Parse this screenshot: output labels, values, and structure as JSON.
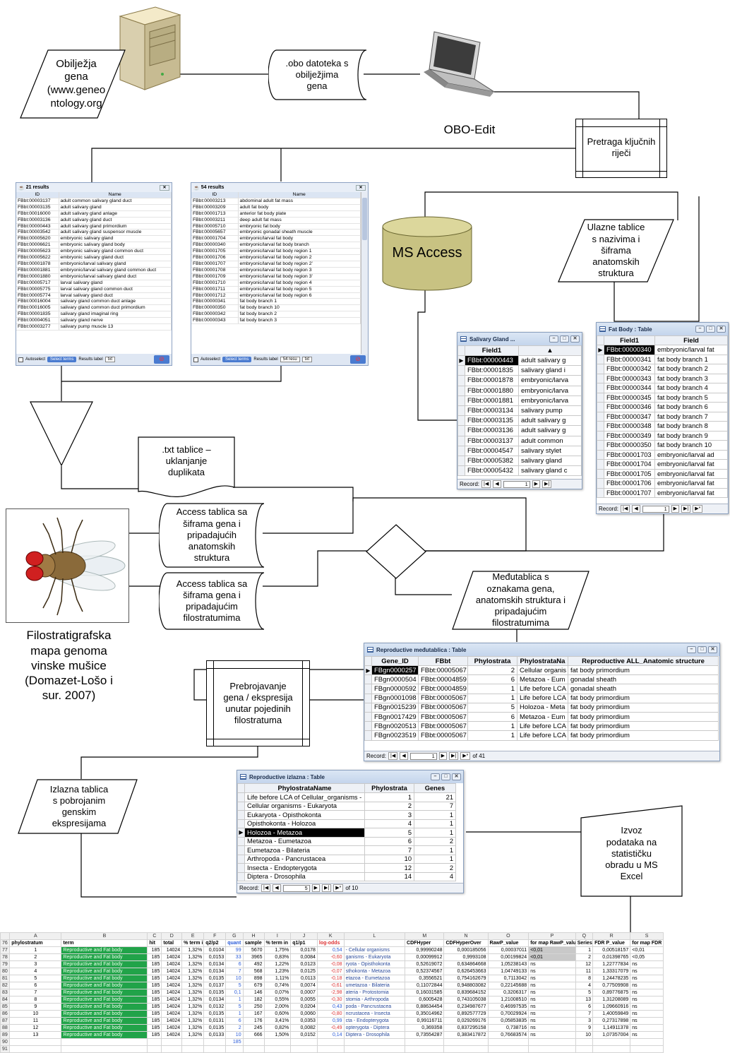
{
  "flow": {
    "obiljezja_gena": "Obilježja\ngena\n(www.geneo\nntology.org",
    "obo_file": ".obo datoteka s\nobilježjima\ngena",
    "obo_edit": "OBO-Edit",
    "pretraga": "Pretraga ključnih\nriječi",
    "ms_access": "MS Access",
    "ulazne_tablice": "Ulazne tablice\ns nazivima i\nšiframa\nanatomskih\nstruktura",
    "txt_tablice": ".txt tablice –\nuklanjanje\nduplikata",
    "access_anat": "Access tablica sa\nšiframa gena i\npripadajućih\nanatomskih\nstruktura",
    "access_filo": "Access tablica sa\nšiframa gena i\npripadajućim\nfilostratumima",
    "filostrat_caption": "Filostratigrafska\nmapa genoma\nvinske mušice\n(Domazet-Lošo i\nsur. 2007)",
    "medutablica": "Međutablica s\noznakama gena,\nanatomskih struktura i\npripadajućim\nfilostratumima",
    "prebrojavanje": "Prebrojavanje\ngena / ekspresija\nunutar pojedinih\nfilostratuma",
    "izlazna": "Izlazna tablica\ns pobrojanim\ngenskim\nekspresijama",
    "izvoz": "Izvoz\npodataka na\nstatističku\nobradu u MS\nExcel"
  },
  "obo_win1": {
    "title": "21 results",
    "cols": [
      "ID",
      "Name"
    ],
    "rows": [
      [
        "FBbt:00003137",
        "adult common salivary gland duct"
      ],
      [
        "FBbt:00003135",
        "adult salivary gland"
      ],
      [
        "FBbt:00016000",
        "adult salivary gland anlage"
      ],
      [
        "FBbt:00003136",
        "adult salivary gland duct"
      ],
      [
        "FBbt:00000443",
        "adult salivary gland primordium"
      ],
      [
        "FBbt:00003542",
        "adult salivary gland suspensor muscle"
      ],
      [
        "FBbt:00005620",
        "embryonic salivary gland"
      ],
      [
        "FBbt:00006621",
        "embryonic salivary gland body"
      ],
      [
        "FBbt:00005623",
        "embryonic salivary gland common duct"
      ],
      [
        "FBbt:00005622",
        "embryonic salivary gland duct"
      ],
      [
        "FBbt:00001878",
        "embryonic/larval salivary gland"
      ],
      [
        "FBbt:00001881",
        "embryonic/larval salivary gland common duct"
      ],
      [
        "FBbt:00001880",
        "embryonic/larval salivary gland duct"
      ],
      [
        "FBbt:00005717",
        "larval salivary gland"
      ],
      [
        "FBbt:00005775",
        "larval salivary gland common duct"
      ],
      [
        "FBbt:00005774",
        "larval salivary gland duct"
      ],
      [
        "FBbt:00016004",
        "salivary gland common duct anlage"
      ],
      [
        "FBbt:00016005",
        "salivary gland common duct primordium"
      ],
      [
        "FBbt:00001835",
        "salivary gland imaginal ring"
      ],
      [
        "FBbt:00004051",
        "salivary gland nerve"
      ],
      [
        "FBbt:00003277",
        "salivary pump muscle 13"
      ]
    ],
    "autoselect": "Autoselect",
    "select_terms": "Select terms",
    "results_label": "Results label",
    "txt": "txt"
  },
  "obo_win2": {
    "title": "54 results",
    "cols": [
      "ID",
      "Name"
    ],
    "rows": [
      [
        "FBbt:00003213",
        "abdominal adult fat mass"
      ],
      [
        "FBbt:00003209",
        "adult fat body"
      ],
      [
        "FBbt:00001713",
        "anterior fat body plate"
      ],
      [
        "FBbt:00003211",
        "deep adult fat mass"
      ],
      [
        "FBbt:00005710",
        "embryonic fat body"
      ],
      [
        "FBbt:00005657",
        "embryonic gonadal sheath muscle"
      ],
      [
        "FBbt:00001704",
        "embryonic/larval fat body"
      ],
      [
        "FBbt:00000340",
        "embryonic/larval fat body branch"
      ],
      [
        "FBbt:00001705",
        "embryonic/larval fat body region 1"
      ],
      [
        "FBbt:00001706",
        "embryonic/larval fat body region 2"
      ],
      [
        "FBbt:00001707",
        "embryonic/larval fat body region 2'"
      ],
      [
        "FBbt:00001708",
        "embryonic/larval fat body region 3"
      ],
      [
        "FBbt:00001709",
        "embryonic/larval fat body region 3'"
      ],
      [
        "FBbt:00001710",
        "embryonic/larval fat body region 4"
      ],
      [
        "FBbt:00001711",
        "embryonic/larval fat body region 5"
      ],
      [
        "FBbt:00001712",
        "embryonic/larval fat body region 6"
      ],
      [
        "FBbt:00000341",
        "fat body branch 1"
      ],
      [
        "FBbt:00000350",
        "fat body branch 10"
      ],
      [
        "FBbt:00000342",
        "fat body branch 2"
      ],
      [
        "FBbt:00000343",
        "fat body branch 3"
      ]
    ],
    "autoselect": "Autoselect",
    "select_terms": "Select terms",
    "results_label": "Results label",
    "results_count": "54 resu",
    "txt": "txt"
  },
  "salivary_table": {
    "title": "Salivary Gland ...",
    "cols": [
      "Field1",
      ""
    ],
    "rows": [
      [
        "FBbt:00000443",
        "adult salivary g"
      ],
      [
        "FBbt:00001835",
        "salivary gland i"
      ],
      [
        "FBbt:00001878",
        "embryonic/larva"
      ],
      [
        "FBbt:00001880",
        "embryonic/larva"
      ],
      [
        "FBbt:00001881",
        "embryonic/larva"
      ],
      [
        "FBbt:00003134",
        "salivary pump"
      ],
      [
        "FBbt:00003135",
        "adult salivary g"
      ],
      [
        "FBbt:00003136",
        "adult salivary g"
      ],
      [
        "FBbt:00003137",
        "adult common"
      ],
      [
        "FBbt:00004547",
        "salivary stylet"
      ],
      [
        "FBbt:00005382",
        "salivary gland"
      ],
      [
        "FBbt:00005432",
        "salivary gland c"
      ]
    ],
    "record_label": "Record:",
    "record_value": "1"
  },
  "fatbody_table": {
    "title": "Fat Body : Table",
    "cols": [
      "Field1",
      "Field"
    ],
    "rows": [
      [
        "FBbt:00000340",
        "embryonic/larval fat"
      ],
      [
        "FBbt:00000341",
        "fat body branch 1"
      ],
      [
        "FBbt:00000342",
        "fat body branch 2"
      ],
      [
        "FBbt:00000343",
        "fat body branch 3"
      ],
      [
        "FBbt:00000344",
        "fat body branch 4"
      ],
      [
        "FBbt:00000345",
        "fat body branch 5"
      ],
      [
        "FBbt:00000346",
        "fat body branch 6"
      ],
      [
        "FBbt:00000347",
        "fat body branch 7"
      ],
      [
        "FBbt:00000348",
        "fat body branch 8"
      ],
      [
        "FBbt:00000349",
        "fat body branch 9"
      ],
      [
        "FBbt:00000350",
        "fat body branch 10"
      ],
      [
        "FBbt:00001703",
        "embryonic/larval ad"
      ],
      [
        "FBbt:00001704",
        "embryonic/larval fat"
      ],
      [
        "FBbt:00001705",
        "embryonic/larval fat"
      ],
      [
        "FBbt:00001706",
        "embryonic/larval fat"
      ],
      [
        "FBbt:00001707",
        "embryonic/larval fat"
      ]
    ],
    "record_label": "Record:",
    "record_value": "1"
  },
  "reproductive_med": {
    "title": "Reproductive međutablica : Table",
    "cols": [
      "Gene_ID",
      "FBbt",
      "Phylostrata",
      "PhylostrataNa",
      "Reproductive ALL_Anatomic structure"
    ],
    "rows": [
      [
        "FBgn0000257",
        "FBbt:00005067",
        "2",
        "Cellular organis",
        "fat body primordium"
      ],
      [
        "FBgn0000504",
        "FBbt:00004859",
        "6",
        "Metazoa - Eum",
        "gonadal sheath"
      ],
      [
        "FBgn0000592",
        "FBbt:00004859",
        "1",
        "Life before LCA",
        "gonadal sheath"
      ],
      [
        "FBgn0001098",
        "FBbt:00005067",
        "1",
        "Life before LCA",
        "fat body primordium"
      ],
      [
        "FBgn0015239",
        "FBbt:00005067",
        "5",
        "Holozoa - Meta",
        "fat body primordium"
      ],
      [
        "FBgn0017429",
        "FBbt:00005067",
        "6",
        "Metazoa - Eum",
        "fat body primordium"
      ],
      [
        "FBgn0020513",
        "FBbt:00005067",
        "1",
        "Life before LCA",
        "fat body primordium"
      ],
      [
        "FBgn0023519",
        "FBbt:00005067",
        "1",
        "Life before LCA",
        "fat body primordium"
      ]
    ],
    "record_label": "Record:",
    "record_value": "1",
    "record_of": "of 41"
  },
  "reproductive_izl": {
    "title": "Reproductive izlazna : Table",
    "cols": [
      "PhylostrataName",
      "Phylostrata",
      "Genes"
    ],
    "rows": [
      [
        "Life before LCA of Cellular_organisms -",
        "1",
        "21"
      ],
      [
        "Cellular organisms - Eukaryota",
        "2",
        "7"
      ],
      [
        "Eukaryota - Opisthokonta",
        "3",
        "1"
      ],
      [
        "Opisthokonta - Holozoa",
        "4",
        "1"
      ],
      [
        "Holozoa - Metazoa",
        "5",
        "1"
      ],
      [
        "Metazoa - Eumetazoa",
        "6",
        "2"
      ],
      [
        "Eumetazoa - Bilateria",
        "7",
        "1"
      ],
      [
        "Arthropoda - Pancrustacea",
        "10",
        "1"
      ],
      [
        "Insecta - Endopterygota",
        "12",
        "2"
      ],
      [
        "Diptera - Drosophila",
        "14",
        "4"
      ]
    ],
    "record_label": "Record:",
    "record_value": "5",
    "record_of": "of 10"
  },
  "excel": {
    "col_letters": [
      "",
      "A",
      "B",
      "C",
      "D",
      "E",
      "F",
      "G",
      "H",
      "I",
      "J",
      "K",
      "L",
      "M",
      "N",
      "O",
      "P",
      "Q",
      "R",
      "S"
    ],
    "header": [
      "76",
      "phylostratum",
      "term",
      "hit",
      "total",
      "% term i",
      "q2/p2",
      "quant",
      "sample",
      "% term in",
      "q1/p1",
      "log-odds",
      "",
      "CDFHyper",
      "CDFHyperOver",
      "RawP_value",
      "for map RawP_value",
      "Series",
      "FDR P_value",
      "for map FDR"
    ],
    "rows": [
      [
        "77",
        "1",
        "Reproductive and Fat body",
        "185",
        "14024",
        "1,32%",
        "0,0104",
        "99",
        "5670",
        "1,75%",
        "0,0178",
        "0,54",
        "- Cellular organisms",
        "0,99990248",
        "0,000185056",
        "0,00037011",
        "<0,01",
        "1",
        "0,00518157",
        "<0,01"
      ],
      [
        "78",
        "2",
        "Reproductive and Fat body",
        "185",
        "14024",
        "1,32%",
        "0,0153",
        "33",
        "3965",
        "0,83%",
        "0,0084",
        "-0,60",
        "ganisms - Eukaryota",
        "0,00099912",
        "0,9993108",
        "0,00199824",
        "<0,01",
        "2",
        "0,01398765",
        "<0,05"
      ],
      [
        "79",
        "3",
        "Reproductive and Fat body",
        "185",
        "14024",
        "1,32%",
        "0,0134",
        "6",
        "492",
        "1,22%",
        "0,0123",
        "-0,08",
        "ryota - Opisthokonta",
        "0,52619072",
        "0,634864668",
        "1,05238143",
        "ns",
        "12",
        "1,22777834",
        "ns"
      ],
      [
        "80",
        "4",
        "Reproductive and Fat body",
        "185",
        "14024",
        "1,32%",
        "0,0134",
        "7",
        "568",
        "1,23%",
        "0,0125",
        "-0,07",
        "sthokonta - Metazoa",
        "0,52374567",
        "0,626453663",
        "1,04749133",
        "ns",
        "11",
        "1,33317079",
        "ns"
      ],
      [
        "81",
        "5",
        "Reproductive and Fat body",
        "185",
        "14024",
        "1,32%",
        "0,0135",
        "10",
        "898",
        "1,11%",
        "0,0113",
        "-0,18",
        "etazoa - Eumetazoa",
        "0,3556521",
        "0,754162679",
        "0,7113042",
        "ns",
        "8",
        "1,24478235",
        "ns"
      ],
      [
        "82",
        "6",
        "Reproductive and Fat body",
        "185",
        "14024",
        "1,32%",
        "0,0137",
        "5",
        "679",
        "0,74%",
        "0,0074",
        "-0,61",
        "umetazoa - Bilateria",
        "0,11072844",
        "0,948803082",
        "0,22145688",
        "ns",
        "4",
        "0,77509908",
        "ns"
      ],
      [
        "83",
        "7",
        "Reproductive and Fat body",
        "185",
        "14024",
        "1,32%",
        "0,0135",
        "0,1",
        "146",
        "0,07%",
        "0,0007",
        "-2,98",
        "ateria - Protostomia",
        "0,16031585",
        "0,839684152",
        "0,3206317",
        "ns",
        "5",
        "0,89776875",
        "ns"
      ],
      [
        "84",
        "8",
        "Reproductive and Fat body",
        "185",
        "14024",
        "1,32%",
        "0,0134",
        "1",
        "182",
        "0,55%",
        "0,0055",
        "-0,30",
        "stomia - Arthropoda",
        "0,6005428",
        "0,743105038",
        "1,21008510",
        "ns",
        "13",
        "1,31208089",
        "ns"
      ],
      [
        "85",
        "9",
        "Reproductive and Fat body",
        "185",
        "14024",
        "1,32%",
        "0,0132",
        "5",
        "250",
        "2,00%",
        "0,0204",
        "0,43",
        "poda - Pancrustacea",
        "0,88634454",
        "0,234987677",
        "0,46997535",
        "ns",
        "6",
        "1,09660916",
        "ns"
      ],
      [
        "86",
        "10",
        "Reproductive and Fat body",
        "185",
        "14024",
        "1,32%",
        "0,0135",
        "1",
        "167",
        "0,60%",
        "0,0060",
        "-0,80",
        "ncrustacea - Insecta",
        "0,35014962",
        "0,892577729",
        "0,70029924",
        "ns",
        "7",
        "1,40059849",
        "ns"
      ],
      [
        "87",
        "11",
        "Reproductive and Fat body",
        "185",
        "14024",
        "1,32%",
        "0,0131",
        "6",
        "176",
        "3,41%",
        "0,0353",
        "0,99",
        "cta - Endopterygota",
        "0,99116711",
        "0,029269176",
        "0,05853835",
        "ns",
        "3",
        "0,27317898",
        "ns"
      ],
      [
        "88",
        "12",
        "Reproductive and Fat body",
        "185",
        "14024",
        "1,32%",
        "0,0135",
        "2",
        "245",
        "0,82%",
        "0,0082",
        "-0,49",
        "opterygota - Diptera",
        "0,369358",
        "0,837295158",
        "0,738716",
        "ns",
        "9",
        "1,14911378",
        "ns"
      ],
      [
        "89",
        "13",
        "Reproductive and Fat body",
        "185",
        "14024",
        "1,32%",
        "0,0133",
        "10",
        "666",
        "1,50%",
        "0,0152",
        "0,14",
        "Diptera - Drosophila",
        "0,73554287",
        "0,383417872",
        "0,76683574",
        "ns",
        "10",
        "1,07357004",
        "ns"
      ]
    ],
    "last_rows": [
      [
        "90",
        "185"
      ],
      [
        "91",
        ""
      ]
    ]
  }
}
